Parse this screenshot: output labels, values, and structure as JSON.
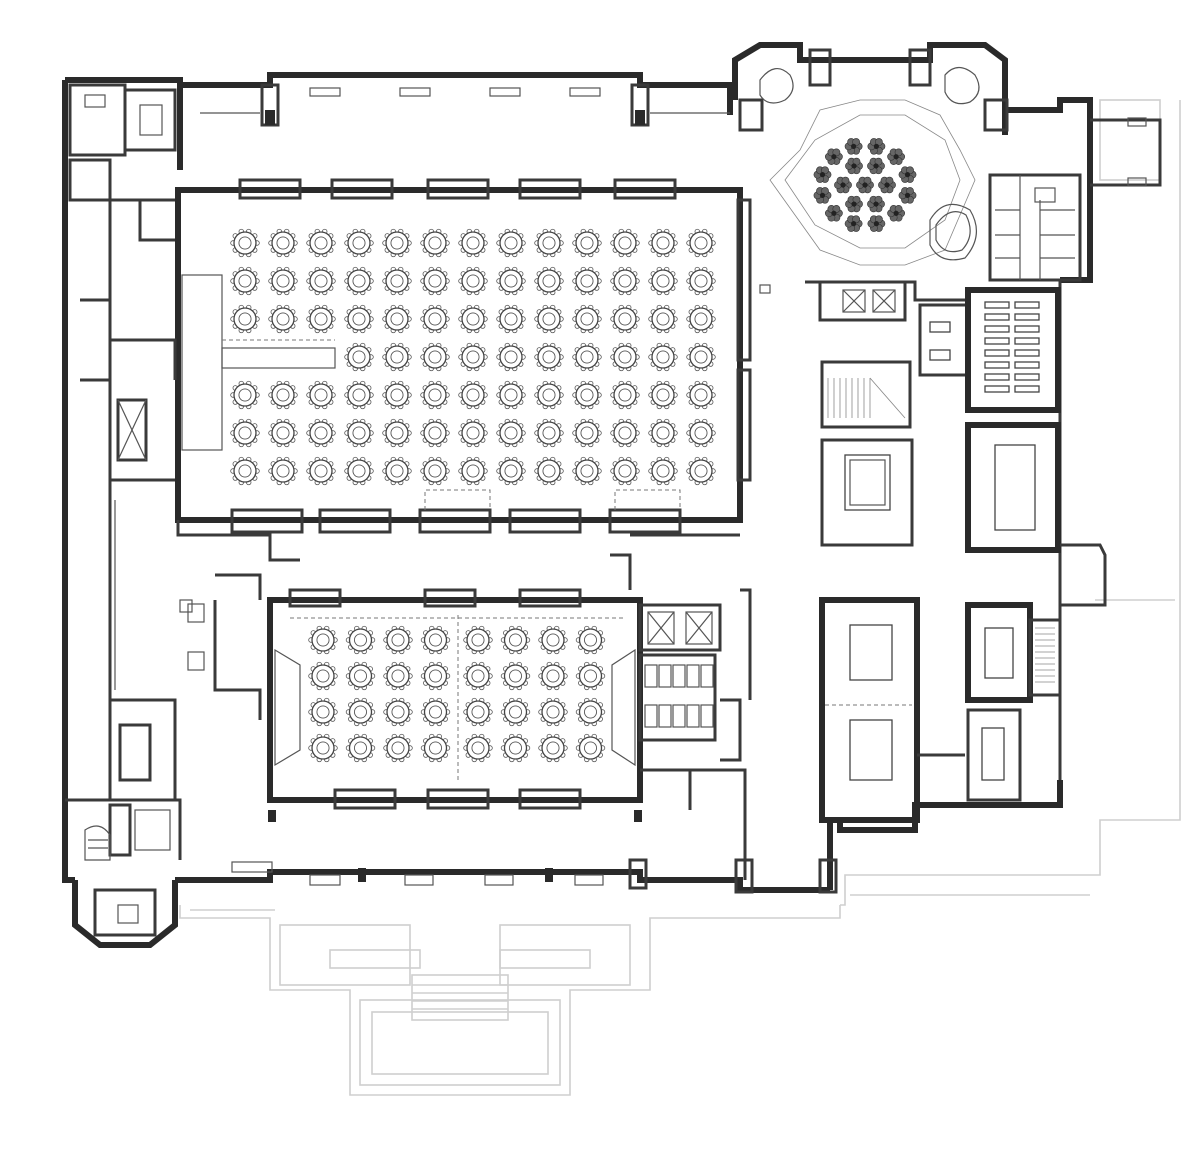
{
  "plan": {
    "colors": {
      "wall": "#2a2a2a",
      "line": "#555555",
      "faint": "#cfcfcf",
      "background": "#ffffff"
    },
    "large_ballroom": {
      "rows": 7,
      "cols": 13
    },
    "small_ballroom": {
      "rows": 4,
      "cols": 8
    },
    "lobby_flowers": 19
  }
}
